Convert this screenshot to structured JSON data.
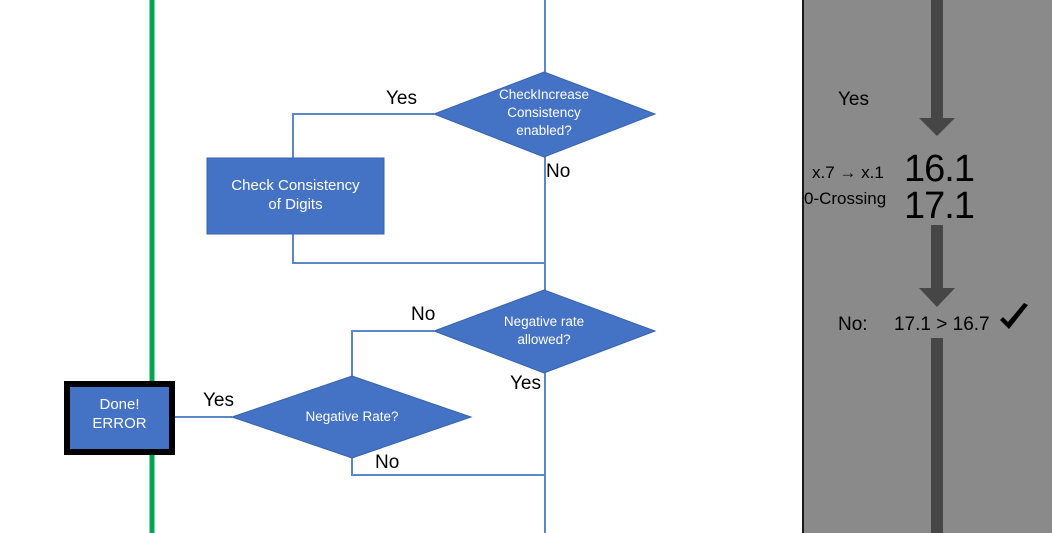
{
  "diagram": {
    "title": "rate-check-flowchart",
    "colors": {
      "node_fill": "#4472c4",
      "node_stroke": "#3a63ae",
      "connector": "#5b87c8",
      "green_line": "#00a550",
      "panel_bg": "#8a8a8a",
      "arrow": "#464646",
      "text_dark": "#000000",
      "text_light": "#ffffff"
    },
    "nodes": [
      {
        "id": "check-increase-consistency",
        "shape": "diamond",
        "label": "CheckIncrease\nConsistency\nenabled?"
      },
      {
        "id": "check-consistency-of-digits",
        "shape": "process",
        "label": "Check Consistency\nof Digits"
      },
      {
        "id": "negative-rate-allowed",
        "shape": "diamond",
        "label": "Negative rate\nallowed?"
      },
      {
        "id": "negative-rate",
        "shape": "diamond",
        "label": "Negative Rate?"
      },
      {
        "id": "done-error",
        "shape": "terminator",
        "label": "Done!\nERROR"
      }
    ],
    "edge_labels": {
      "increase_yes": "Yes",
      "increase_no": "No",
      "allowed_no": "No",
      "allowed_yes": "Yes",
      "negative_rate_yes": "Yes",
      "negative_rate_no": "No"
    }
  },
  "panel": {
    "yes_label": "Yes",
    "rule_label": "x.7 → x.1",
    "crossing_label": "0-Crossing",
    "value_old_prefix": "1",
    "value_old_struck": "6",
    "value_old_suffix": ".1",
    "value_old": "16.1",
    "value_new": "17.1",
    "no_label": "No:",
    "comparison": "17.1 > 16.7",
    "check_icon": "check-mark"
  }
}
